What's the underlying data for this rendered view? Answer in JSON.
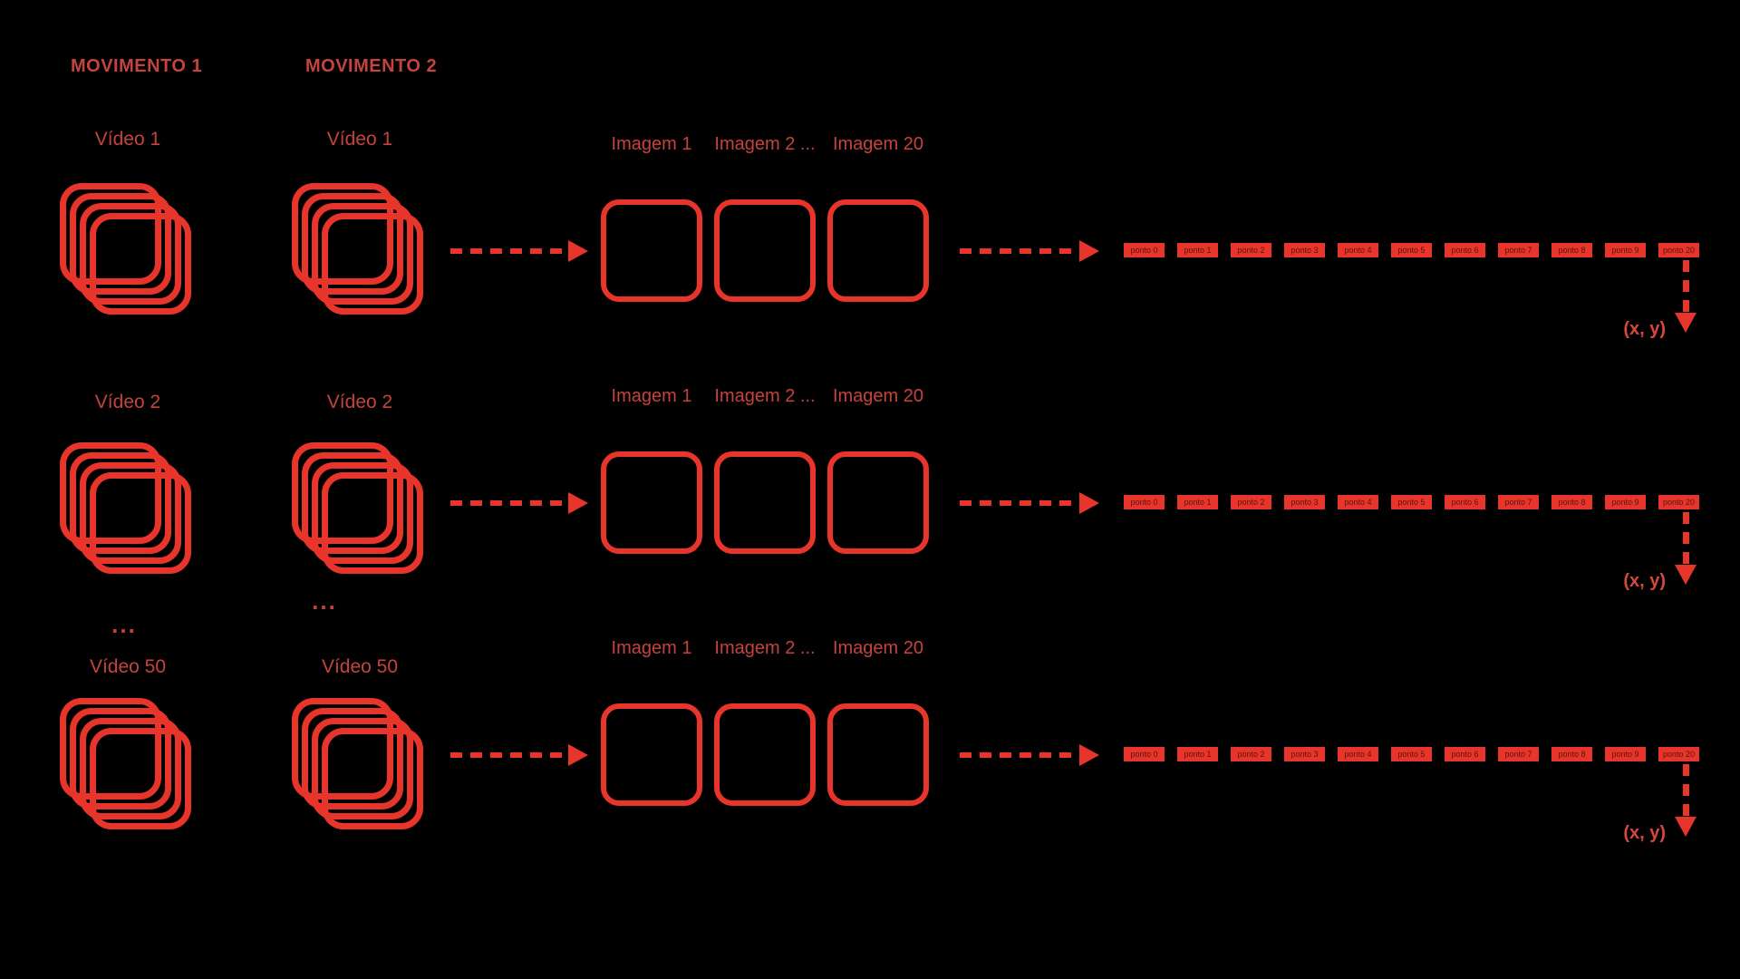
{
  "colors": {
    "background": "#000000",
    "shape_red": "#e8352b",
    "label_red": "#c5433d",
    "coord_red": "#d8473e"
  },
  "headers": {
    "movimento1": "MOVIMENTO 1",
    "movimento2": "MOVIMENTO 2"
  },
  "rows": [
    {
      "video_col1": "Vídeo 1",
      "video_col2": "Vídeo 1",
      "image_labels": [
        "Imagem 1",
        "Imagem 2 ...",
        "Imagem 20"
      ],
      "coord": "(x, y)"
    },
    {
      "video_col1": "Vídeo 2",
      "video_col2": "Vídeo 2",
      "image_labels": [
        "Imagem 1",
        "Imagem 2 ...",
        "Imagem 20"
      ],
      "coord": "(x, y)"
    },
    {
      "video_col1": "Vídeo 50",
      "video_col2": "Vídeo 50",
      "image_labels": [
        "Imagem 1",
        "Imagem 2 ...",
        "Imagem 20"
      ],
      "coord": "(x, y)"
    }
  ],
  "points": [
    "ponto 0",
    "ponto 1",
    "ponto 2",
    "ponto 3",
    "ponto 4",
    "ponto 5",
    "ponto 6",
    "ponto 7",
    "ponto 8",
    "ponto 9",
    "ponto 20"
  ],
  "ellipsis": {
    "col1": "...",
    "col2": "..."
  }
}
